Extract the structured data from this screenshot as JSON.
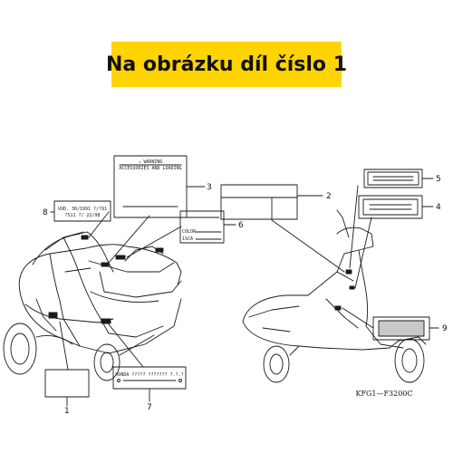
{
  "banner": {
    "text": "Na obrázku díl číslo 1",
    "background": "#ffd400"
  },
  "callouts": [
    "1",
    "2",
    "3",
    "4",
    "5",
    "6",
    "7",
    "8",
    "9"
  ],
  "labels": {
    "warning_title": "⚠ WARNING",
    "warning_line": "ACCESSORIES AND LOADING",
    "label8_line1": "VUD. 36/1991 ?/?91",
    "label8_line2": "?S11 ?/ 22/98",
    "label6_row1": "COLOR",
    "label6_row2": "1SCA",
    "label7_text": "HONDA ????? ??????? ?.?.?"
  },
  "drawing_code": "KFG1—F3200C"
}
